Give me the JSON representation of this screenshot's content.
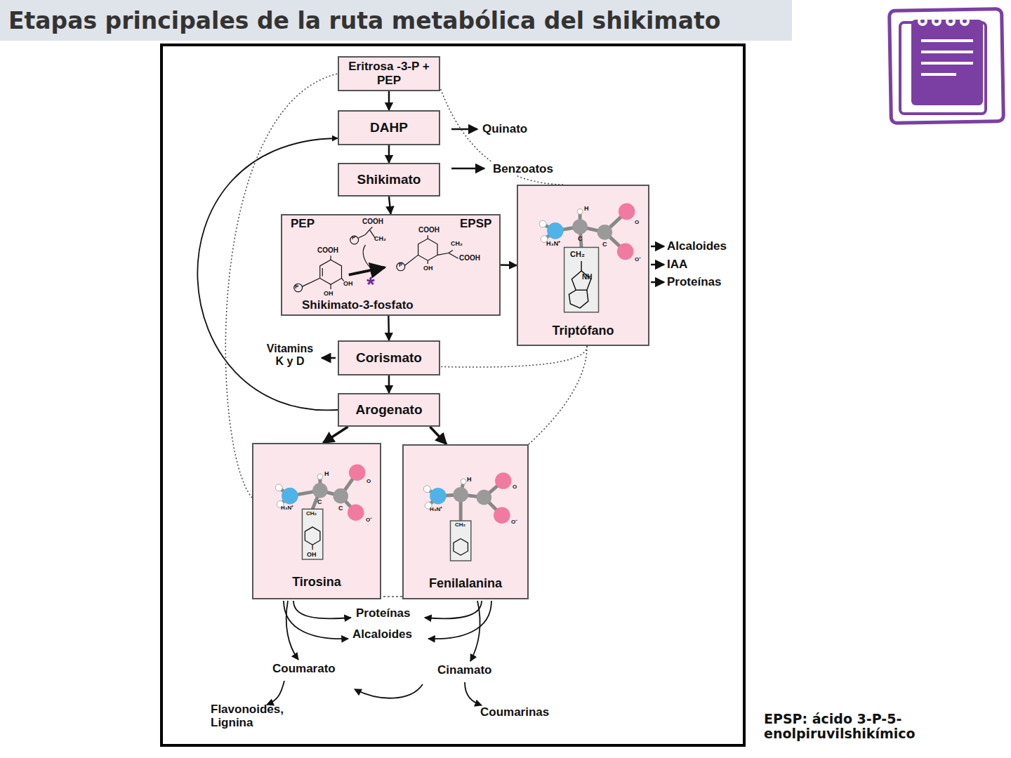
{
  "diagram": {
    "title": "Etapas principales de la ruta metabólica del shikimato",
    "nodes": [
      {
        "text": [
          "Eritrosa -3-P + PEP"
        ]
      },
      {
        "text": [
          "DAHP"
        ]
      },
      {
        "text": [
          "Shikimato"
        ]
      },
      {
        "text": [
          "PEP",
          "EPSP",
          "Shikimato-3-fosfato"
        ]
      },
      {
        "text": [
          "Triptófano"
        ]
      },
      {
        "text": [
          "Corismato"
        ]
      },
      {
        "text": [
          "Arogenato"
        ]
      },
      {
        "text": [
          "Tirosina"
        ]
      },
      {
        "text": [
          "Fenilalanina"
        ]
      }
    ],
    "edges": [
      {
        "from": 0,
        "to": 1,
        "arrow": "to"
      },
      {
        "from": 1,
        "to": 2,
        "arrow": "to"
      },
      {
        "from": 2,
        "to": 3,
        "arrow": "to"
      },
      {
        "from": 3,
        "to": 5,
        "arrow": "to"
      },
      {
        "from": 3,
        "to": 4,
        "arrow": "to"
      },
      {
        "from": 5,
        "to": 6,
        "arrow": "to"
      },
      {
        "from": 6,
        "to": 7,
        "arrow": "to"
      },
      {
        "from": 6,
        "to": 8,
        "arrow": "to"
      },
      {
        "from": 6,
        "to": 1,
        "arrow": "to"
      },
      {
        "from": 7,
        "to": 0,
        "arrow": "none"
      },
      {
        "from": 4,
        "to": 0,
        "arrow": "none"
      },
      {
        "from": 4,
        "to": 5,
        "arrow": "none"
      },
      {
        "from": 8,
        "to": 4,
        "arrow": "none"
      }
    ],
    "labels": [
      "Quinato",
      "Benzoatos",
      "Alcaloides",
      "IAA",
      "Proteínas",
      "Vitamins K y D",
      "Proteínas",
      "Alcaloides",
      "Coumarato",
      "Cinamato",
      "Flavonoides, Lignina",
      "Coumarinas",
      "EPSP: ácido 3-P-5-enolpiruvilshikímico",
      "*",
      "COOH",
      "CH₂",
      "COOH",
      "OH",
      "OH",
      "COOH",
      "CH₂",
      "COOH",
      "OH",
      "P",
      "P",
      "P",
      "H",
      "H₃N⁺",
      "C",
      "C",
      "CH₂",
      "NH",
      "O",
      "O⁻",
      "H",
      "H₃N⁺",
      "C",
      "C",
      "CH₂",
      "OH",
      "O",
      "O⁻",
      "H",
      "H₃N⁺",
      "CH₂",
      "O",
      "O⁻"
    ]
  }
}
